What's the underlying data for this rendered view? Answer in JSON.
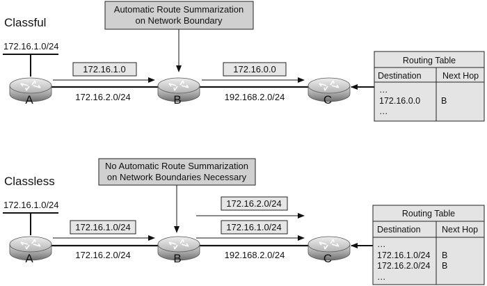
{
  "top": {
    "heading": "Classful",
    "callout": [
      "Automatic Route Summarization",
      "on Network Boundary"
    ],
    "lan_label": "172.16.1.0/24",
    "update_ab": "172.16.1.0",
    "update_bc": "172.16.0.0",
    "link_ab": "172.16.2.0/24",
    "link_bc": "192.168.2.0/24",
    "table": {
      "title": "Routing Table",
      "col_dest": "Destination",
      "col_hop": "Next Hop",
      "rows": [
        {
          "dest": "…",
          "hop": ""
        },
        {
          "dest": "172.16.0.0",
          "hop": "B"
        },
        {
          "dest": "…",
          "hop": ""
        }
      ]
    }
  },
  "bottom": {
    "heading": "Classless",
    "callout": [
      "No Automatic Route Summarization",
      "on Network Boundaries Necessary"
    ],
    "lan_label": "172.16.1.0/24",
    "update_ab": "172.16.1.0/24",
    "update_bc_1": "172.16.2.0/24",
    "update_bc_2": "172.16.1.0/24",
    "link_ab": "172.16.2.0/24",
    "link_bc": "192.168.2.0/24",
    "table": {
      "title": "Routing Table",
      "col_dest": "Destination",
      "col_hop": "Next Hop",
      "rows": [
        {
          "dest": "…",
          "hop": ""
        },
        {
          "dest": "172.16.1.0/24",
          "hop": "B"
        },
        {
          "dest": "172.16.2.0/24",
          "hop": "B"
        },
        {
          "dest": "…",
          "hop": ""
        }
      ]
    }
  },
  "routers": [
    "A",
    "B",
    "C"
  ],
  "colors": {
    "box_fill": "#e6e6e6",
    "callout_fill": "#d0d0d0",
    "table_fill": "#e4e4e4",
    "router_fill": "#9a9a9a"
  }
}
